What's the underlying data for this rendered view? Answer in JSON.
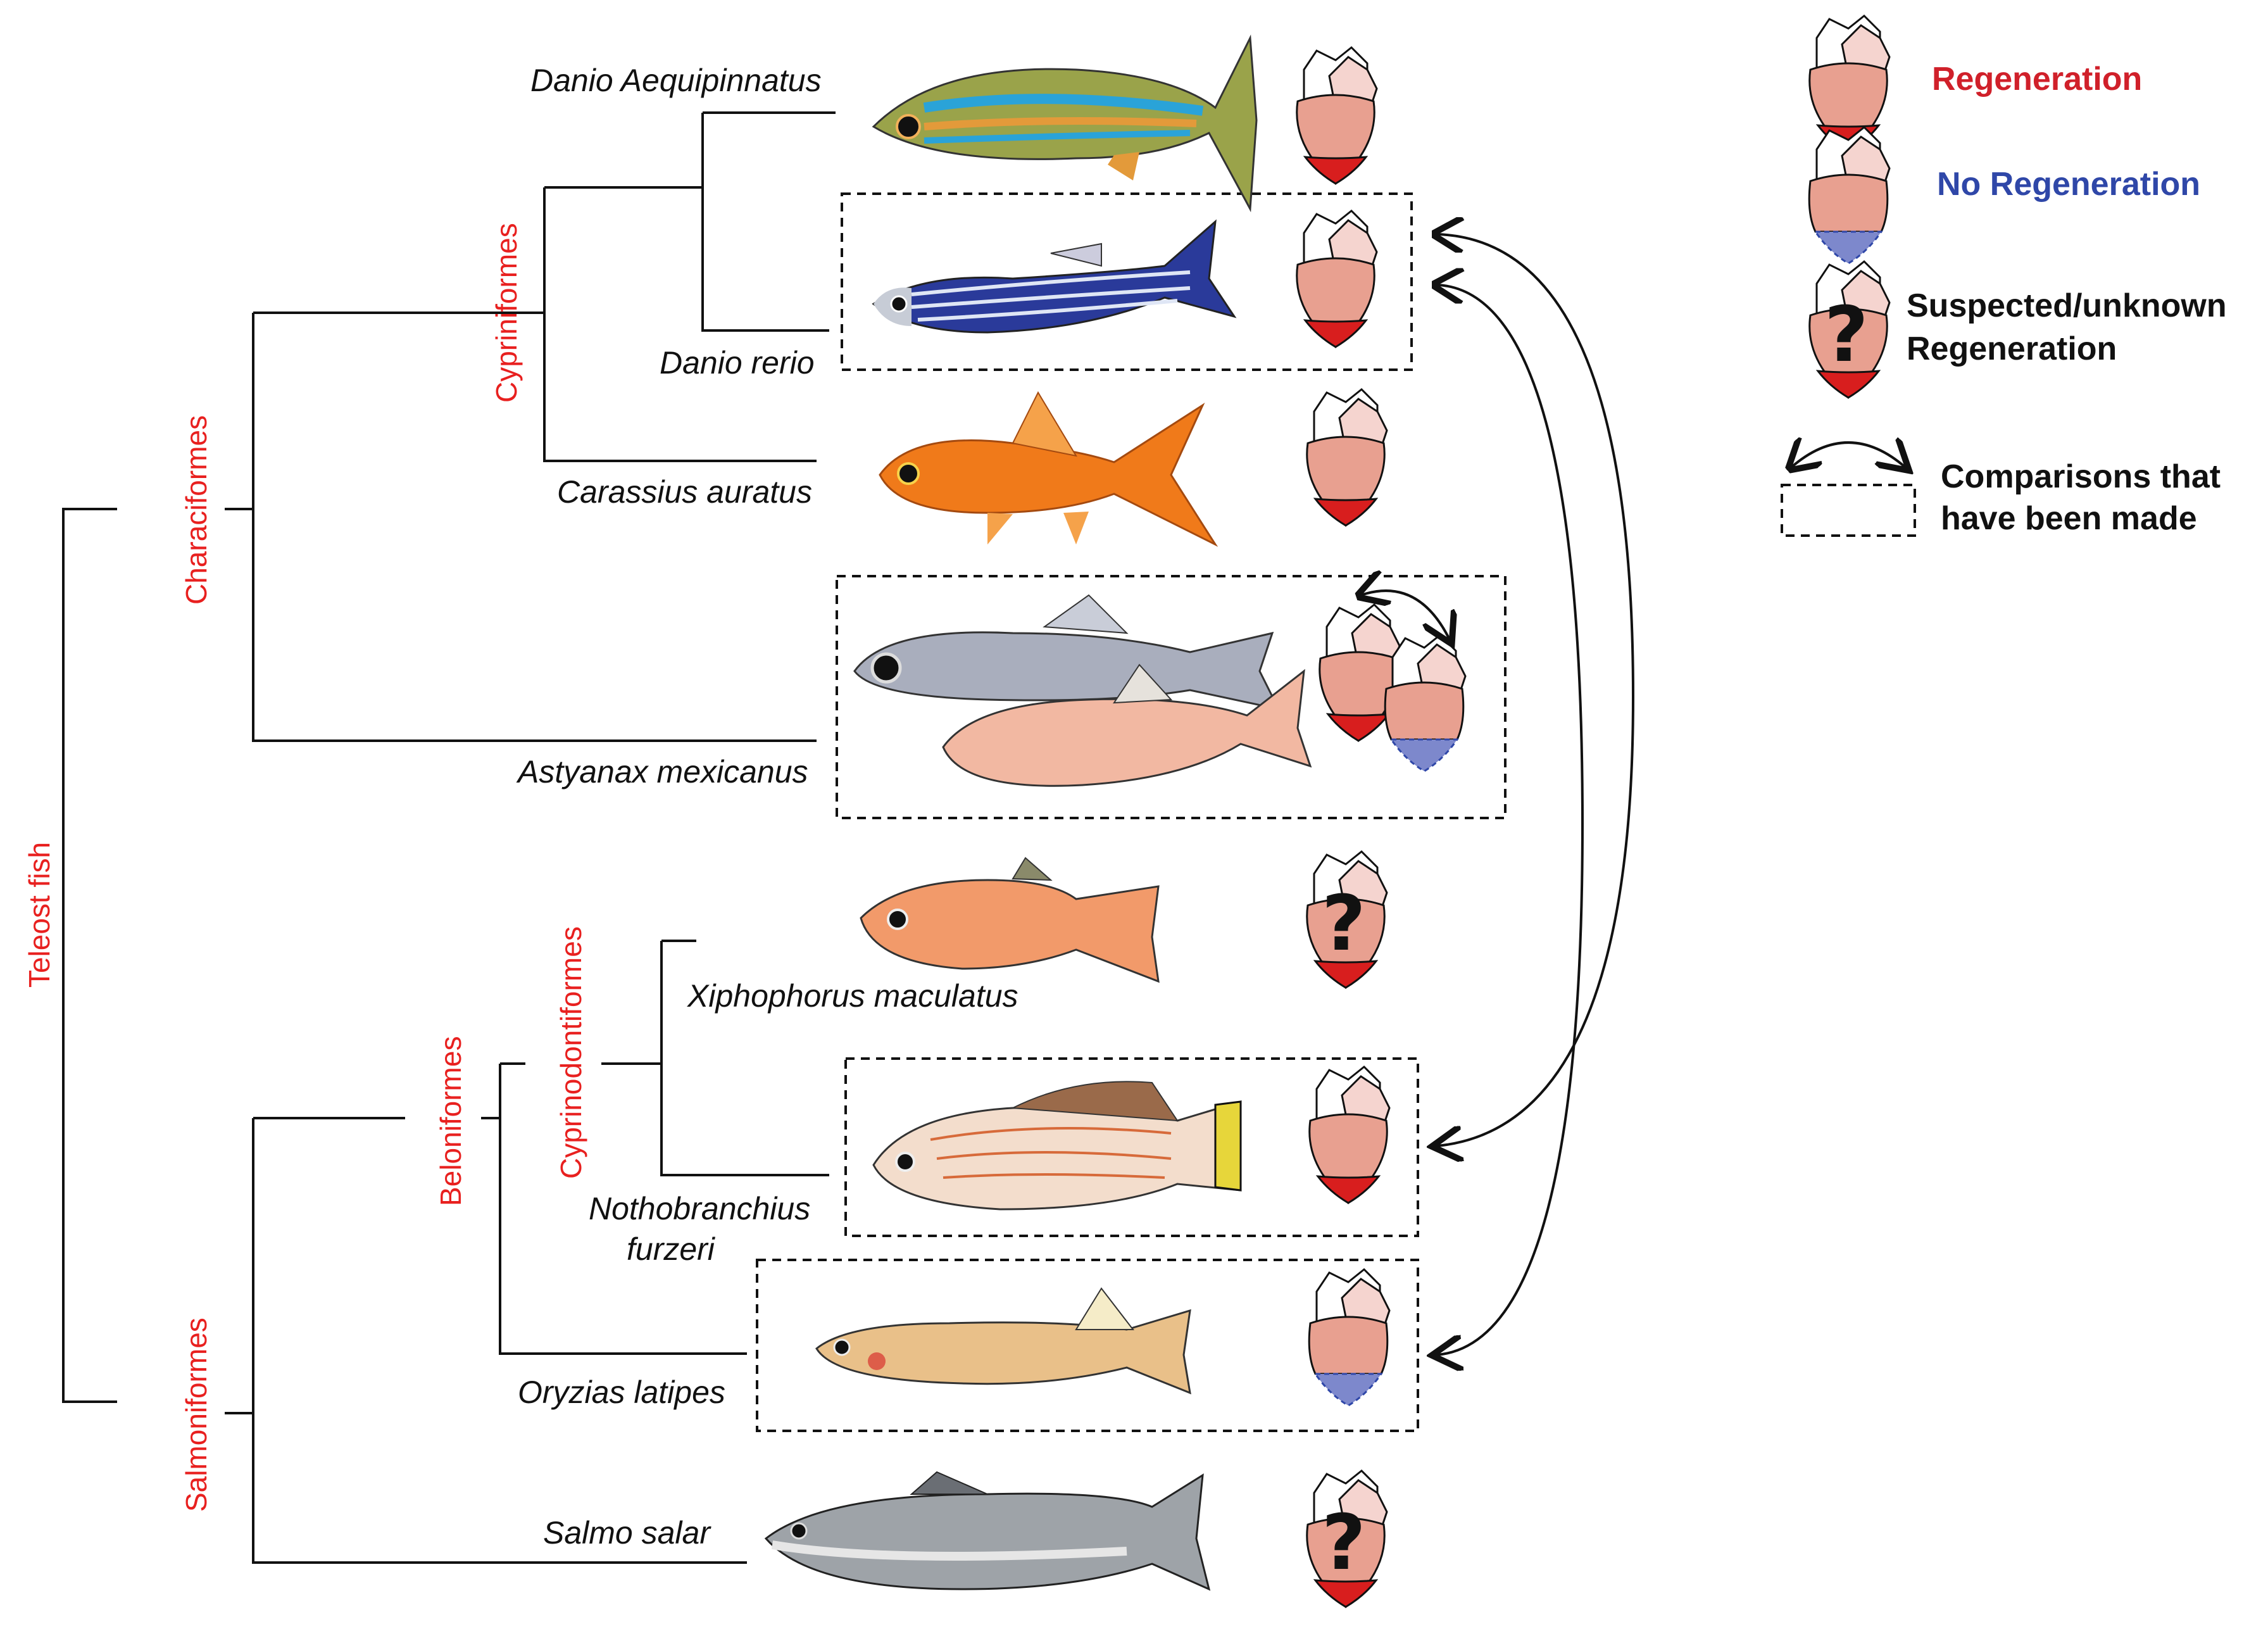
{
  "clades": {
    "teleost": "Teleost fish",
    "characiformes": "Characiformes",
    "cypriniformes": "Cypriniformes",
    "salmoniformes": "Salmoniformes",
    "beloniformes": "Beloniformes",
    "cyprinodontiformes": "Cyprinodontiformes"
  },
  "species": {
    "danio_aequipinnatus": "Danio Aequipinnatus",
    "danio_rerio": "Danio rerio",
    "carassius_auratus": "Carassius auratus",
    "astyanax_mexicanus": "Astyanax mexicanus",
    "xiphophorus_maculatus": "Xiphophorus maculatus",
    "nothobranchius_line1": "Nothobranchius",
    "nothobranchius_line2": "furzeri",
    "oryzias_latipes": "Oryzias latipes",
    "salmo_salar": "Salmo salar"
  },
  "legend": {
    "regeneration": "Regeneration",
    "no_regeneration": "No Regeneration",
    "suspected_line1": "Suspected/unknown",
    "suspected_line2": "Regeneration",
    "comparisons_line1": "Comparisons that",
    "comparisons_line2": "have been made"
  },
  "glyphs": {
    "question": "?"
  },
  "colors": {
    "clade_label": "#e8201f",
    "regeneration": "#d0202a",
    "no_regeneration": "#2f47a8",
    "heart_body": "#e8a090",
    "heart_atrium": "#f5d4cf",
    "heart_apex_red": "#d81e1e",
    "heart_apex_blue": "#7d88cc"
  },
  "icons": [
    "heart-regeneration-icon",
    "heart-no-regeneration-icon",
    "heart-unknown-icon",
    "double-arrow-icon",
    "dashed-box-icon"
  ]
}
